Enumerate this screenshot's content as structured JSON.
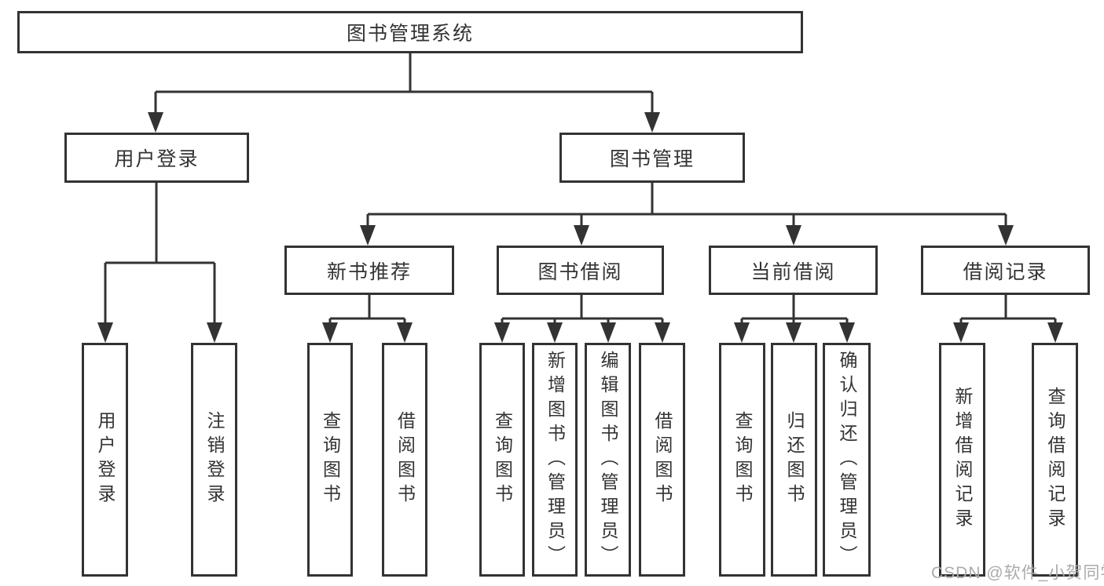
{
  "colors": {
    "background": "#ffffff",
    "box_border": "#333333",
    "line": "#333333",
    "text": "#333333",
    "watermark_text": "#ababab"
  },
  "nodes": {
    "root": "图书管理系统",
    "userLogin": "用户登录",
    "bookMgmt": "图书管理",
    "newBooks": "新书推荐",
    "bookBorrow": "图书借阅",
    "currentBorrow": "当前借阅",
    "borrowRecords": "借阅记录",
    "leafUserLogin": "用户登录",
    "leafLogout": "注销登录",
    "leafNbQuery": "查询图书",
    "leafNbBorrow": "借阅图书",
    "leafBbQuery": "查询图书",
    "leafBbAdd": "新增图书（管理员）",
    "leafBbEdit": "编辑图书（管理员）",
    "leafBbBorrow": "借阅图书",
    "leafCbQuery": "查询图书",
    "leafCbReturn": "归还图书",
    "leafCbConfirm": "确认归还（管理员）",
    "leafRecAdd": "新增借阅记录",
    "leafRecQuery": "查询借阅记录"
  },
  "hierarchy": {
    "图书管理系统": {
      "用户登录": [
        "用户登录",
        "注销登录"
      ],
      "图书管理": {
        "新书推荐": [
          "查询图书",
          "借阅图书"
        ],
        "图书借阅": [
          "查询图书",
          "新增图书（管理员）",
          "编辑图书（管理员）",
          "借阅图书"
        ],
        "当前借阅": [
          "查询图书",
          "归还图书",
          "确认归还（管理员）"
        ],
        "借阅记录": [
          "新增借阅记录",
          "查询借阅记录"
        ]
      }
    }
  },
  "watermark": "CSDN @软件_小贺同学"
}
